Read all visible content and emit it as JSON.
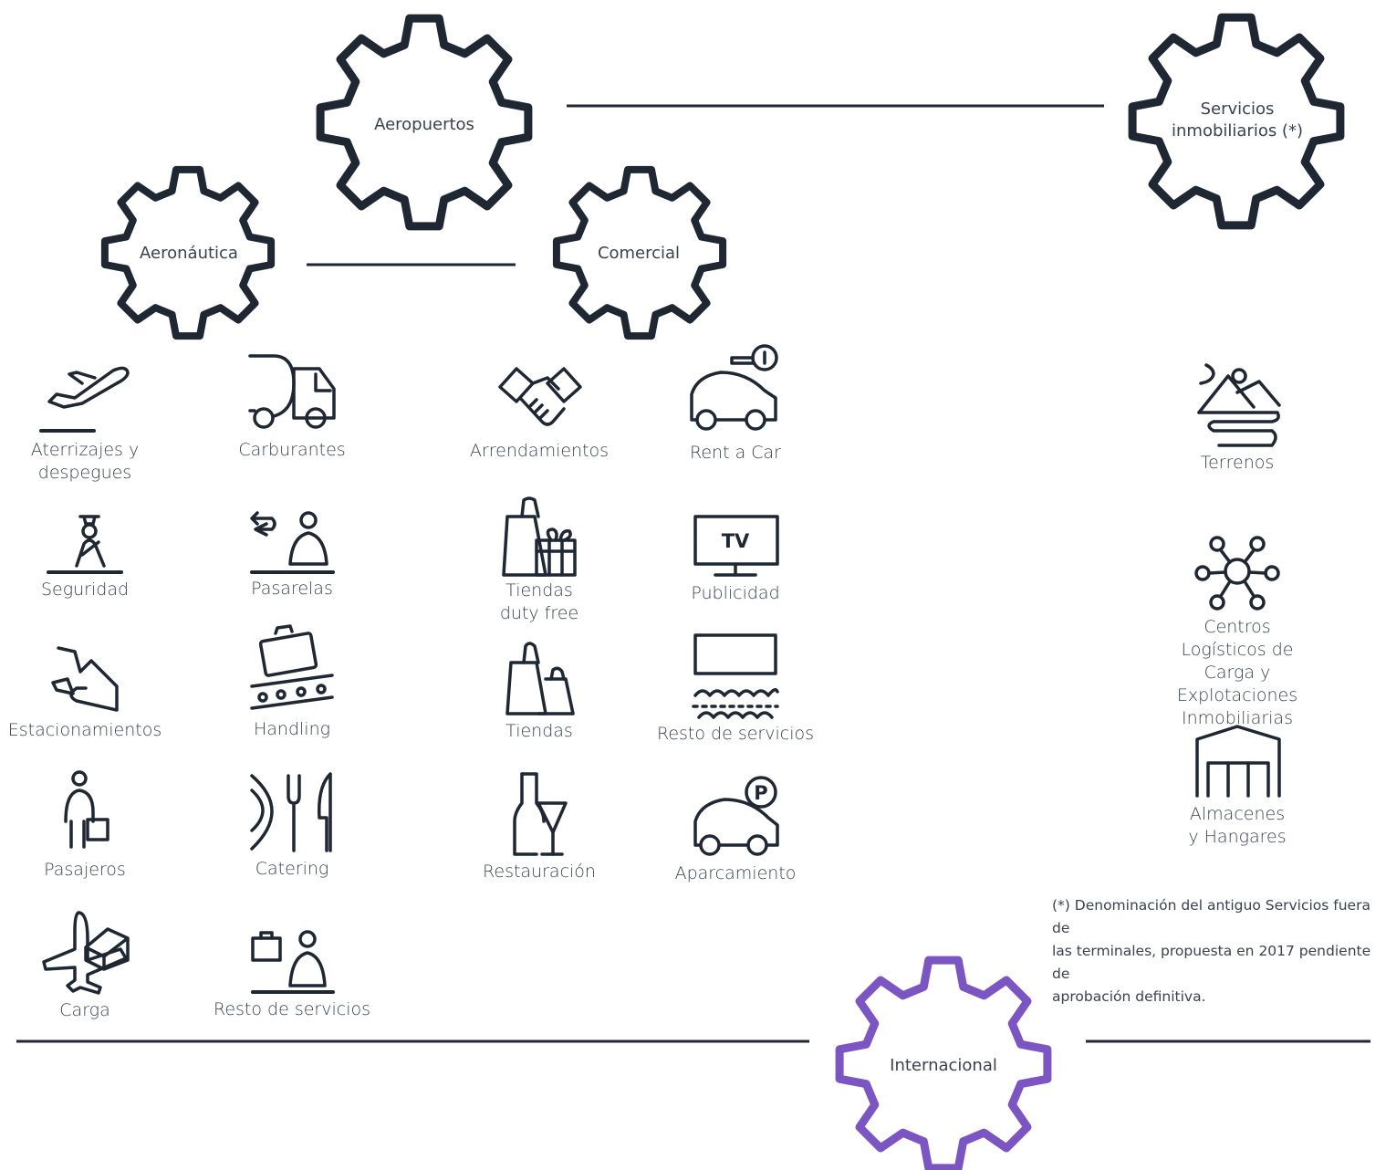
{
  "colors": {
    "ink": "#1f2733",
    "accent": "#7b55c2"
  },
  "gears": {
    "aeropuertos": "Aeropuertos",
    "servicios": "Servicios\ninmobiliarios (*)",
    "aeronautica": "Aeronáutica",
    "comercial": "Comercial",
    "internacional": "Internacional"
  },
  "aeronautica_items": {
    "aterrizajes": "Aterrizajes y\ndespegues",
    "carburantes": "Carburantes",
    "seguridad": "Seguridad",
    "pasarelas": "Pasarelas",
    "estacionamientos": "Estacionamientos",
    "handling": "Handling",
    "pasajeros": "Pasajeros",
    "catering": "Catering",
    "carga": "Carga",
    "resto": "Resto de servicios"
  },
  "comercial_items": {
    "arrendamientos": "Arrendamientos",
    "rentacar": "Rent a Car",
    "dutyfree": "Tiendas\nduty free",
    "publicidad": "Publicidad",
    "tv_text": "TV",
    "tiendas": "Tiendas",
    "resto": "Resto de servicios",
    "restauracion": "Restauración",
    "aparcamiento": "Aparcamiento",
    "parking_letter": "P"
  },
  "inmobiliarios_items": {
    "terrenos": "Terrenos",
    "logisticos": "Centros Logísticos de\nCarga y Explotaciones\nInmobiliarias",
    "almacenes": "Almacenes\ny Hangares"
  },
  "footnote": "(*) Denominación del antiguo Servicios fuera de\nlas terminales,   propuesta en 2017 pendiente de\naprobación definitiva."
}
